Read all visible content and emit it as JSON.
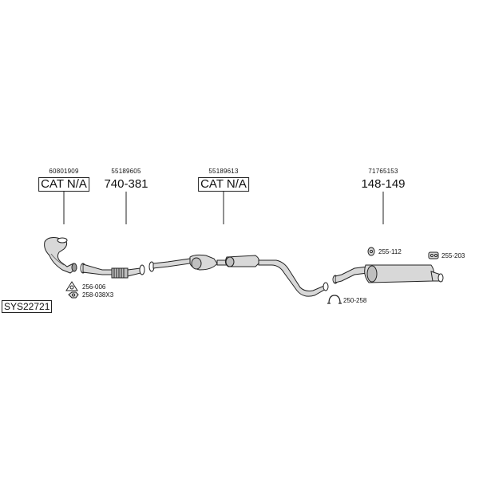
{
  "system_code": "SYS22721",
  "sections": [
    {
      "oe_number": "60801909",
      "part_label": "CAT N/A",
      "boxed": true
    },
    {
      "oe_number": "55189605",
      "part_label": "740-381",
      "boxed": false
    },
    {
      "oe_number": "55189613",
      "part_label": "CAT N/A",
      "boxed": true
    },
    {
      "oe_number": "71765153",
      "part_label": "148-149",
      "boxed": false
    }
  ],
  "accessories": [
    {
      "code": "256-006",
      "icon": "gasket-triangle-icon"
    },
    {
      "code": "258-038X3",
      "icon": "nut-icon"
    },
    {
      "code": "255-112",
      "icon": "rubber-hanger-icon"
    },
    {
      "code": "255-203",
      "icon": "mounting-bracket-icon"
    },
    {
      "code": "250-258",
      "icon": "pipe-clamp-icon"
    }
  ],
  "colors": {
    "line": "#222222",
    "part_fill": "#d8d8d8",
    "part_shade": "#9a9a9a"
  }
}
